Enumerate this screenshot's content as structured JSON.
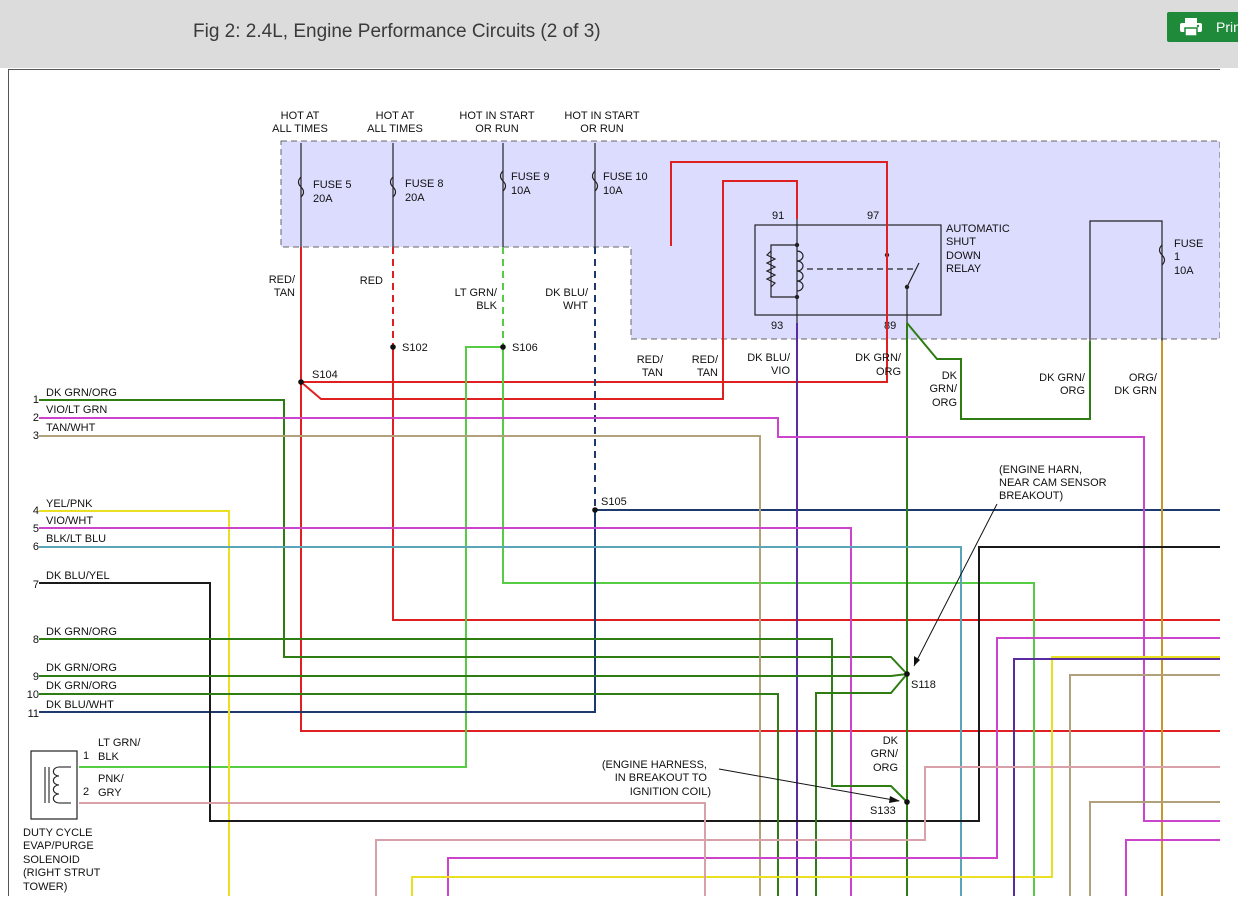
{
  "header": {
    "title": "Fig 2: 2.4L, Engine Performance Circuits (2 of 3)",
    "print_label": "Print"
  },
  "icons": {
    "print": "printer-icon"
  },
  "colors": {
    "header_bg": "#dcdcdc",
    "print_button": "#1e8a3a",
    "panel_fill": "#dcdcff",
    "wire_red": "#e02020",
    "wire_green": "#2e7d12",
    "wire_light_green": "#55cc44",
    "wire_violet": "#cc44cc",
    "wire_tan": "#b0a17a",
    "wire_yellow": "#e8e020",
    "wire_blue_dark": "#1d3a6e",
    "wire_black": "#1a1a1a",
    "wire_dk_blu_vio": "#5a2aa0",
    "wire_pink": "#d8a0a8",
    "wire_orange": "#c8962a",
    "wire_teal": "#5aa6b8"
  },
  "diagram": {
    "power": [
      {
        "line1": "HOT AT",
        "line2": "ALL TIMES"
      },
      {
        "line1": "HOT AT",
        "line2": "ALL TIMES"
      },
      {
        "line1": "HOT IN START",
        "line2": "OR RUN"
      },
      {
        "line1": "HOT IN START",
        "line2": "OR RUN"
      }
    ],
    "fuses": [
      {
        "name": "FUSE 5",
        "rating": "20A"
      },
      {
        "name": "FUSE 8",
        "rating": "20A"
      },
      {
        "name": "FUSE 9",
        "rating": "10A"
      },
      {
        "name": "FUSE 10",
        "rating": "10A"
      }
    ],
    "fuse1": {
      "line1": "FUSE",
      "line2": "1",
      "line3": "10A"
    },
    "relay": {
      "line1": "AUTOMATIC",
      "line2": "SHUT",
      "line3": "DOWN",
      "line4": "RELAY"
    },
    "terminals": {
      "t91": "91",
      "t97": "97",
      "t93": "93",
      "t89": "89"
    },
    "wire_labels": {
      "red_tan": {
        "line1": "RED/",
        "line2": "TAN"
      },
      "red": "RED",
      "lt_grn_blk": {
        "line1": "LT GRN/",
        "line2": "BLK"
      },
      "dk_blu_wht": {
        "line1": "DK BLU/",
        "line2": "WHT"
      },
      "red_tan_2": {
        "line1": "RED/",
        "line2": "TAN"
      },
      "red_tan_3": {
        "line1": "RED/",
        "line2": "TAN"
      },
      "dk_blu_vio": {
        "line1": "DK BLU/",
        "line2": "VIO"
      },
      "dk_grn_org": {
        "line1": "DK GRN/",
        "line2": "ORG"
      },
      "dk_grn_org_2": {
        "line1": "DK",
        "line2": "GRN/",
        "line3": "ORG"
      },
      "dk_grn_org_3": {
        "line1": "DK GRN/",
        "line2": "ORG"
      },
      "org_dk_grn": {
        "line1": "ORG/",
        "line2": "DK GRN"
      },
      "dk_grn_org_4": {
        "line1": "DK",
        "line2": "GRN/",
        "line3": "ORG"
      }
    },
    "splices": {
      "s102": "S102",
      "s104": "S104",
      "s105": "S105",
      "s106": "S106",
      "s118": "S118",
      "s133": "S133"
    },
    "notes": {
      "engine_harn": {
        "line1": "(ENGINE HARN,",
        "line2": "NEAR CAM SENSOR",
        "line3": "BREAKOUT)"
      },
      "engine_harness": {
        "line1": "(ENGINE HARNESS,",
        "line2": "IN BREAKOUT TO",
        "line3": "IGNITION COIL)"
      }
    },
    "connector_pins": [
      {
        "pin": "1",
        "wire": "DK GRN/ORG"
      },
      {
        "pin": "2",
        "wire": "VIO/LT GRN"
      },
      {
        "pin": "3",
        "wire": "TAN/WHT"
      },
      {
        "pin": "4",
        "wire": "YEL/PNK"
      },
      {
        "pin": "5",
        "wire": "VIO/WHT"
      },
      {
        "pin": "6",
        "wire": "BLK/LT BLU"
      },
      {
        "pin": "7",
        "wire": "DK BLU/YEL"
      },
      {
        "pin": "8",
        "wire": "DK GRN/ORG"
      },
      {
        "pin": "9",
        "wire": "DK GRN/ORG"
      },
      {
        "pin": "10",
        "wire": "DK GRN/ORG"
      },
      {
        "pin": "11",
        "wire": "DK BLU/WHT"
      }
    ],
    "solenoid": {
      "pin1": "1",
      "pin1_wire_l1": "LT GRN/",
      "pin1_wire_l2": "BLK",
      "pin2": "2",
      "pin2_wire_l1": "PNK/",
      "pin2_wire_l2": "GRY",
      "name_l1": "DUTY CYCLE",
      "name_l2": "EVAP/PURGE",
      "name_l3": "SOLENOID",
      "name_l4": "(RIGHT STRUT",
      "name_l5": "TOWER)"
    }
  }
}
